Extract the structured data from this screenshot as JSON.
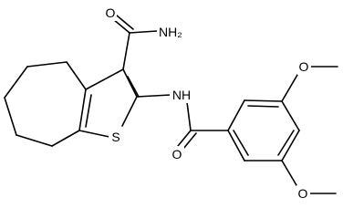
{
  "molecule": {
    "labels": {
      "amide_nh2": "NH₂",
      "amide_o": "O",
      "ring_s": "S",
      "linker_nh": "NH",
      "carbonyl_o": "O",
      "ome_top_o": "O",
      "ome_bottom_o": "O"
    },
    "colors": {
      "bond": "#000000",
      "text": "#000000",
      "background": "#ffffff"
    }
  }
}
